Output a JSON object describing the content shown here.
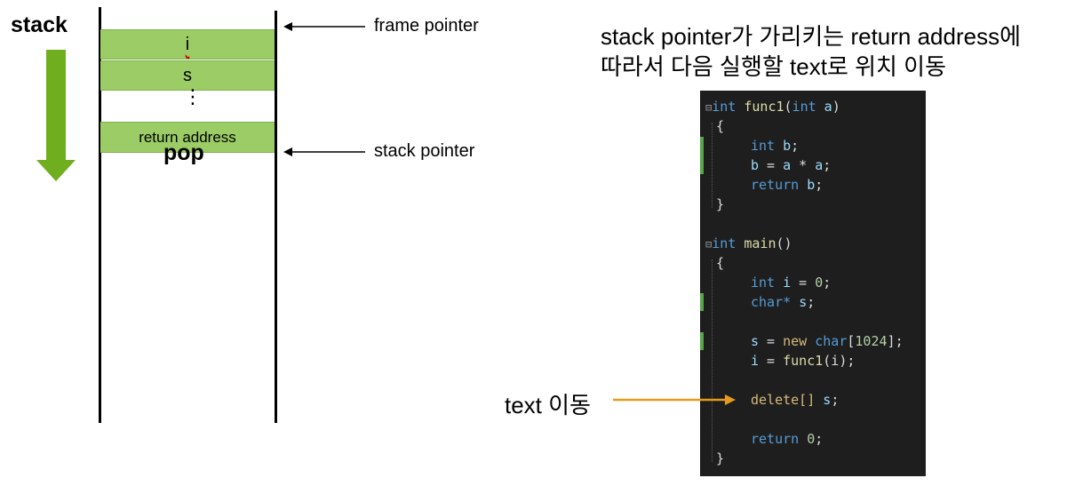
{
  "stack_title": "stack",
  "stack_cells": {
    "i": "i",
    "s": "s",
    "dots": "⋮",
    "return_address": "return address"
  },
  "pop_label": "pop",
  "frame_pointer_label": "frame pointer",
  "stack_pointer_label": "stack pointer",
  "description": {
    "line1": "stack pointer가 가리키는 return address에",
    "line2": "따라서 다음 실행할 text로 위치 이동"
  },
  "text_move_label": "text 이동",
  "code": {
    "fold_marker": "⊟",
    "func1_sig": {
      "t1": "int",
      "name": "func1",
      "open": "(",
      "t2": "int",
      "param": "a",
      "close": ")"
    },
    "brace_open": "{",
    "brace_close": "}",
    "func1_l1": {
      "t": "int",
      "v": "b",
      "end": ";"
    },
    "func1_l2": {
      "v1": "b",
      "op1": " = ",
      "v2": "a",
      "op2": " * ",
      "v3": "a",
      "end": ";"
    },
    "func1_l3": {
      "kw": "return",
      "v": "b",
      "end": ";"
    },
    "main_sig": {
      "t": "int",
      "name": "main",
      "parens": "()"
    },
    "main_l1": {
      "t": "int",
      "v": "i",
      "op": " = ",
      "n": "0",
      "end": ";"
    },
    "main_l2": {
      "t": "char*",
      "v": "s",
      "end": ";"
    },
    "main_l3": {
      "v": "s",
      "op": " = ",
      "kw": "new",
      "t": "char",
      "lb": "[",
      "n": "1024",
      "rb": "]",
      "end": ";"
    },
    "main_l4": {
      "v": "i",
      "op": " = ",
      "fn": "func1",
      "args": "(i)",
      "end": ";"
    },
    "main_l5": {
      "kw": "delete[]",
      "v": "s",
      "end": ";"
    },
    "main_l6": {
      "kw": "return",
      "n": "0",
      "end": ";"
    }
  },
  "colors": {
    "cell_fill": "#9bcc65",
    "down_arrow": "#6fae1f",
    "callout_arrow": "#e69a1c",
    "code_bg": "#1e1e1e"
  }
}
